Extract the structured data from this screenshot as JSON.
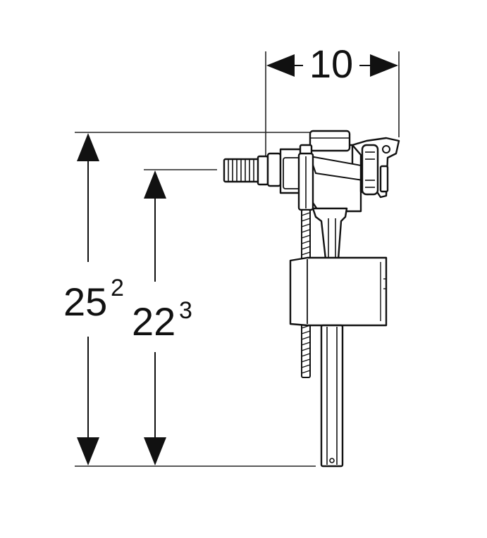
{
  "dimensions": {
    "width_label": "10",
    "total_height": {
      "main": "25",
      "sup": "2"
    },
    "inlet_height": {
      "main": "22",
      "sup": "3"
    }
  },
  "colors": {
    "line": "#111111",
    "thin_line": "#222222",
    "background": "#ffffff"
  }
}
